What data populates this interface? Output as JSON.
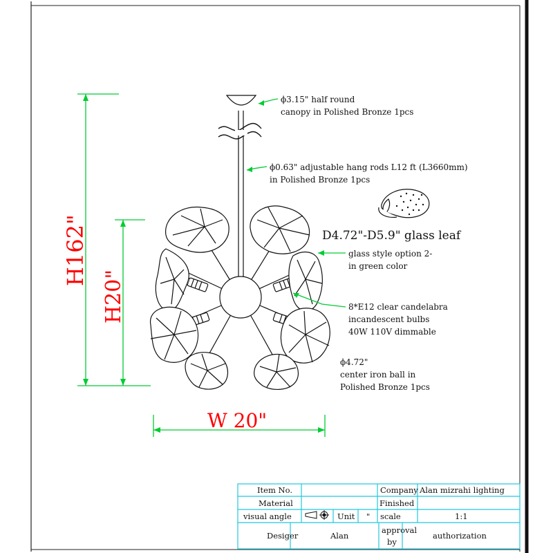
{
  "callouts": {
    "canopy_line1": "ϕ3.15\" half round",
    "canopy_line2": "canopy in  Polished Bronze 1pcs",
    "rod_line1": "ϕ0.63\" adjustable hang rods L12 ft (L3660mm)",
    "rod_line2": "in Polished Bronze 1pcs",
    "leaf_title": "D4.72\"-D5.9\" glass leaf",
    "leaf_line1": "glass style option 2-",
    "leaf_line2": "in green color",
    "bulbs_line1": "8*E12 clear candelabra",
    "bulbs_line2": "incandescent  bulbs",
    "bulbs_line3": "40W 110V dimmable",
    "ball_line1": "ϕ4.72\"",
    "ball_line2": "center iron ball in",
    "ball_line3": " Polished Bronze 1pcs"
  },
  "dimensions": {
    "overall_height": "H162\"",
    "fixture_height": "H20\"",
    "width": "W 20\""
  },
  "title_block": {
    "item_no_label": "Item No.",
    "item_no_value": "",
    "company_label": "Company",
    "company_value": "Alan mizrahi lighting",
    "material_label": "Material",
    "material_value": "",
    "finished_label": "Finished",
    "finished_value": "",
    "visual_angle_label": "visual angle",
    "unit_label": "Unit",
    "unit_value": "\"",
    "scale_label": "scale",
    "scale_value": "1:1",
    "designer_label": "Desiger",
    "designer_value": "Alan",
    "approval_line1": "approval",
    "approval_line2": "by",
    "authorization_label": "authorization"
  },
  "colors": {
    "dimension": "#ff0000",
    "leader": "#00cc33",
    "table_border": "#22c8e0",
    "drawing": "#111111"
  }
}
